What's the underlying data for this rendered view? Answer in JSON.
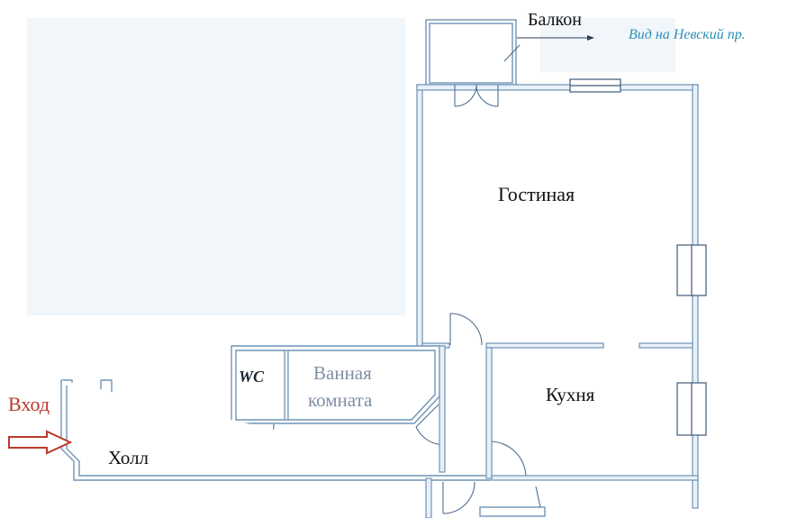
{
  "rooms": {
    "balcony": "Балкон",
    "view_note": "Вид на Невский пр.",
    "living_room": "Гостиная",
    "wc": "WC",
    "bathroom_line1": "Ванная",
    "bathroom_line2": "комната",
    "kitchen": "Кухня",
    "hall": "Холл",
    "entrance": "Вход"
  },
  "colors": {
    "wall": "#6f93b6",
    "entrance_arrow": "#b83a2a",
    "view_note": "#2a8fb8",
    "bathroom_label": "#7f8fa5"
  }
}
